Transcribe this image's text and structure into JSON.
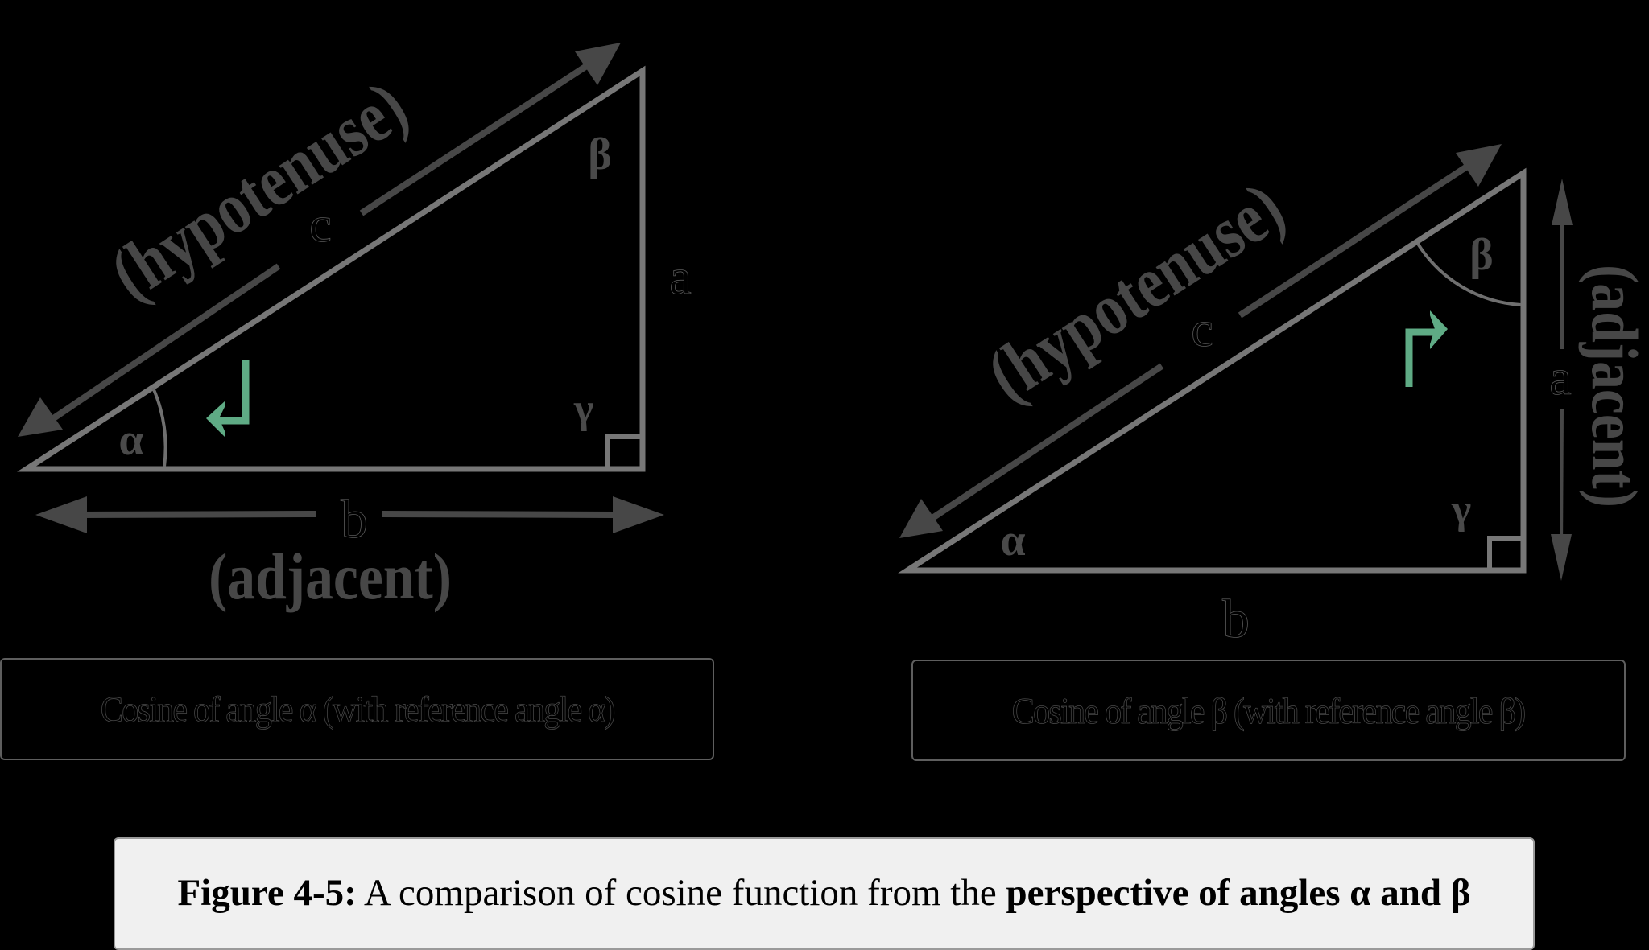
{
  "figure": {
    "number_label": "Figure 4-5:",
    "text_plain": " A comparison of cosine function from the ",
    "text_bold": "perspective of angles α and β"
  },
  "left_diagram": {
    "hypotenuse_label": "(hypotenuse)",
    "side_c": "c",
    "side_a": "a",
    "side_b": "b",
    "adjacent_label": "(adjacent)",
    "angle_alpha": "α",
    "angle_beta": "β",
    "angle_gamma": "γ",
    "reference_angle": "α",
    "subtitle": "Cosine of angle α (with reference angle α)"
  },
  "right_diagram": {
    "hypotenuse_label": "(hypotenuse)",
    "side_c": "c",
    "side_a": "a",
    "side_b": "b",
    "adjacent_label": "(adjacent)",
    "angle_alpha": "α",
    "angle_beta": "β",
    "angle_gamma": "γ",
    "reference_angle": "β",
    "subtitle": "Cosine of angle β (with reference angle β)"
  },
  "colors": {
    "background": "#000000",
    "triangle_stroke": "#777777",
    "label_gray": "#474747",
    "reference_arrow": "#5fab85",
    "caption_background": "#f0f0f0"
  }
}
